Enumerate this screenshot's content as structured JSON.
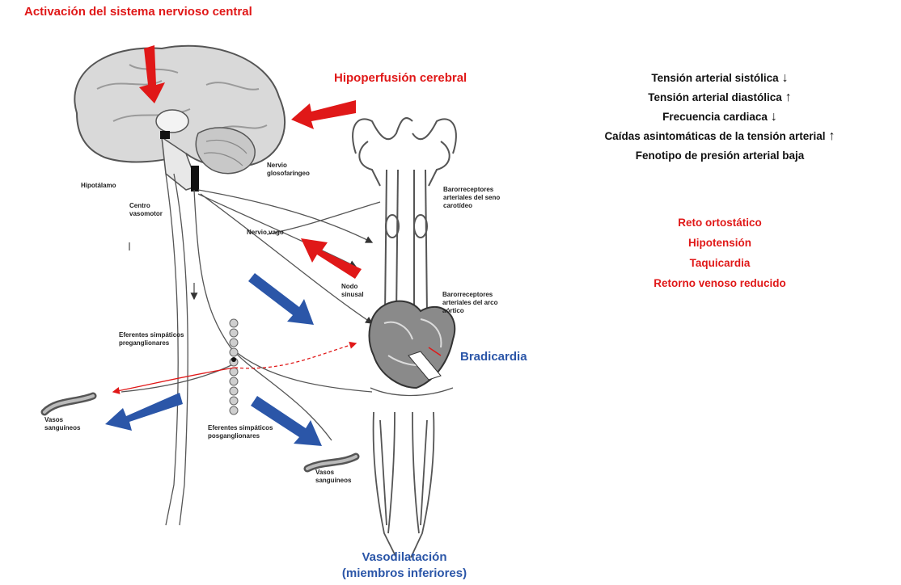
{
  "title": "Activación del sistema nervioso central",
  "hypoperfusion": "Hipoperfusión cerebral",
  "bradycardia": "Bradicardia",
  "vasodilation": {
    "line1": "Vasodilatación",
    "line2": "(miembros inferiores)"
  },
  "effects": [
    {
      "text": "Tensión arterial sistólica",
      "arrow": "↓"
    },
    {
      "text": "Tensión arterial diastólica",
      "arrow": "↑"
    },
    {
      "text": "Frecuencia cardiaca",
      "arrow": "↓"
    },
    {
      "text": "Caídas asintomáticas de la tensión arterial",
      "arrow": "↑"
    },
    {
      "text": "Fenotipo de presión arterial baja",
      "arrow": ""
    }
  ],
  "consequences": [
    "Reto ortostático",
    "Hipotensión",
    "Taquicardia",
    "Retorno venoso reducido"
  ],
  "labels": {
    "hipotalamo": "Hipotálamo",
    "centro_vasomotor": "Centro vasomotor",
    "nervio_glosofaringeo": "Nervio glosofaríngeo",
    "nervio_vago": "Nervio vago",
    "baroreceptores_carotideo": "Barorreceptores arteriales del seno carotídeo",
    "nodo_sinusal": "Nodo sinusal",
    "baroreceptores_aortico": "Barorreceptores arteriales del arco aórtico",
    "eferentes_preganglionares": "Eferentes simpáticos preganglionares",
    "eferentes_postganglionares": "Eferentes simpáticos posganglionares",
    "vasos_sanguineos_1": "Vasos sanguíneos",
    "vasos_sanguineos_2": "Vasos sanguíneos"
  },
  "colors": {
    "red": "#e01818",
    "blue": "#2b56a8",
    "outline": "#555555",
    "brain": "#d9d9d9"
  }
}
